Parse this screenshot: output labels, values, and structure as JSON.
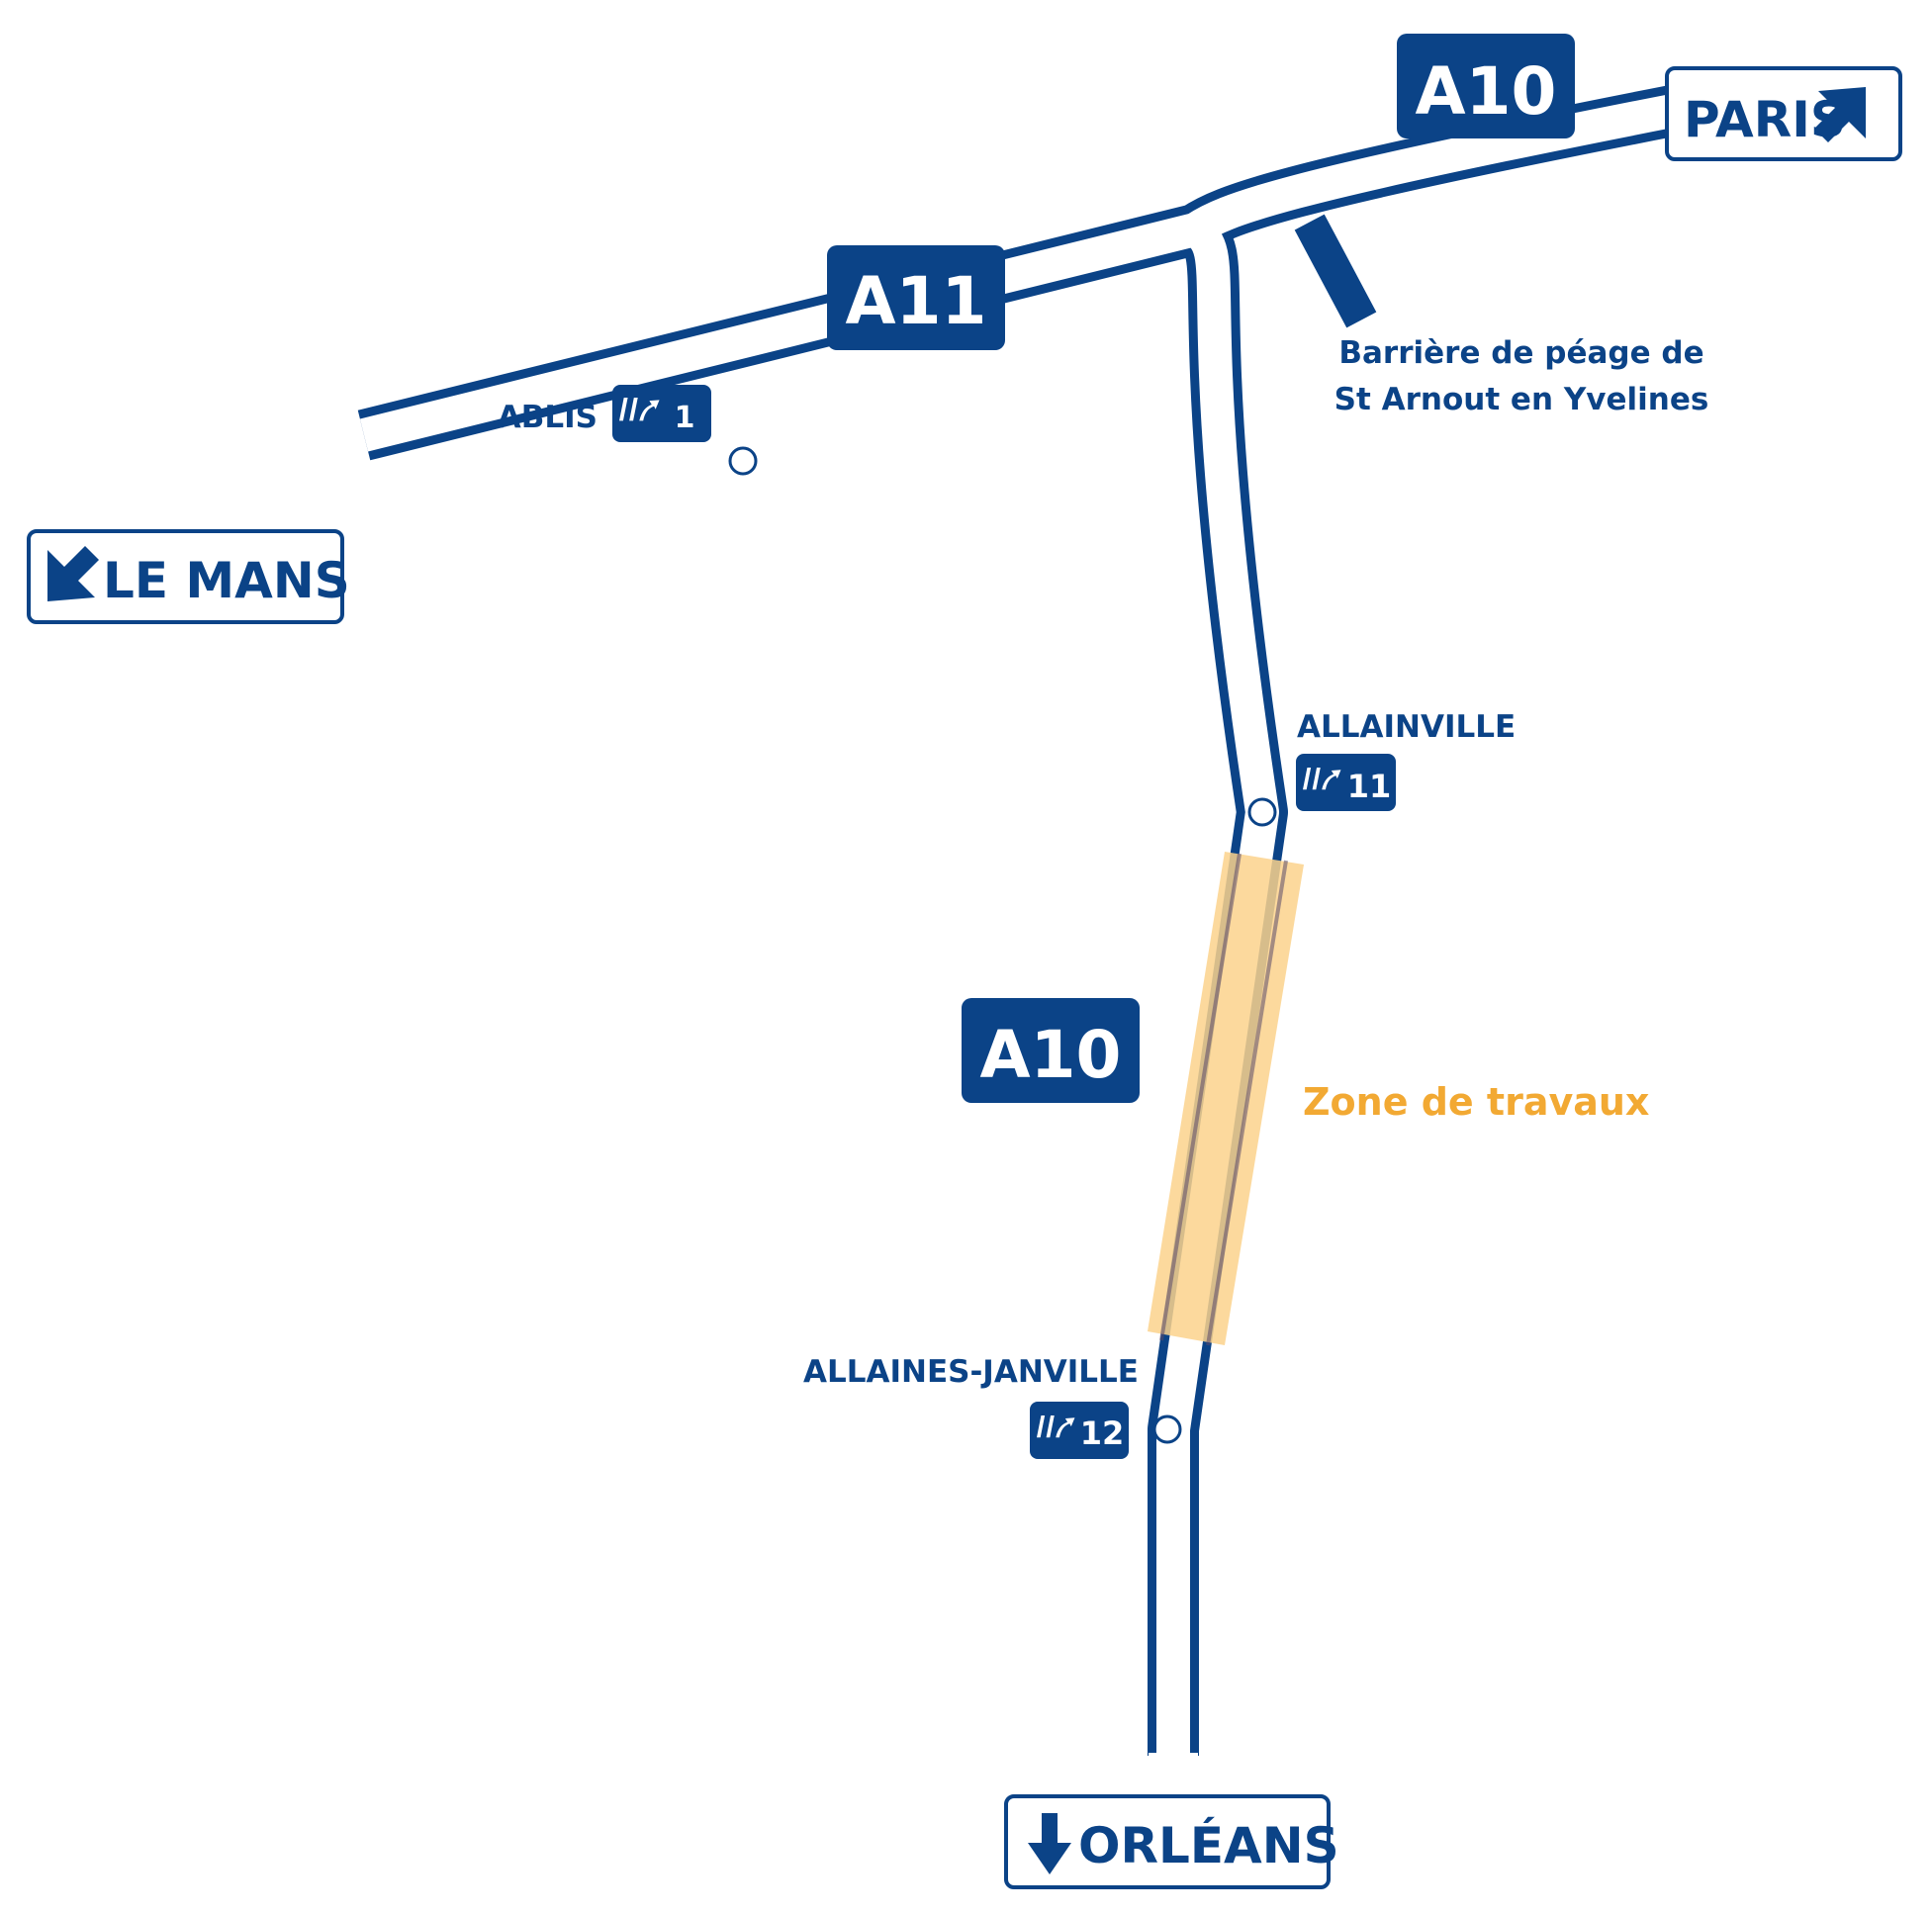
{
  "colors": {
    "road": "#0b4387",
    "road_fill": "#ffffff",
    "work_zone": "#fbd28c",
    "work_zone_text": "#f2a933",
    "background": "#ffffff"
  },
  "motorways": [
    {
      "id": "a10-north",
      "label": "A10"
    },
    {
      "id": "a11",
      "label": "A11"
    },
    {
      "id": "a10-south",
      "label": "A10"
    }
  ],
  "destinations": [
    {
      "id": "paris",
      "label": "PARIS",
      "arrow": "arrow-up-right-icon"
    },
    {
      "id": "le-mans",
      "label": "LE MANS",
      "arrow": "arrow-down-left-icon"
    },
    {
      "id": "orleans",
      "label": "ORLÉANS",
      "arrow": "arrow-down-icon"
    }
  ],
  "exits": [
    {
      "id": "ablis",
      "name": "ABLIS",
      "number": "1",
      "icon": "exit-icon"
    },
    {
      "id": "allainville",
      "name": "ALLAINVILLE",
      "number": "11",
      "icon": "exit-icon"
    },
    {
      "id": "allaines-janville",
      "name": "ALLAINES-JANVILLE",
      "number": "12",
      "icon": "exit-icon"
    }
  ],
  "toll_barrier": {
    "line1": "Barrière de péage de",
    "line2": "St Arnout en Yvelines",
    "icon": "toll-barrier-icon"
  },
  "work_zone": {
    "label": "Zone de travaux"
  }
}
